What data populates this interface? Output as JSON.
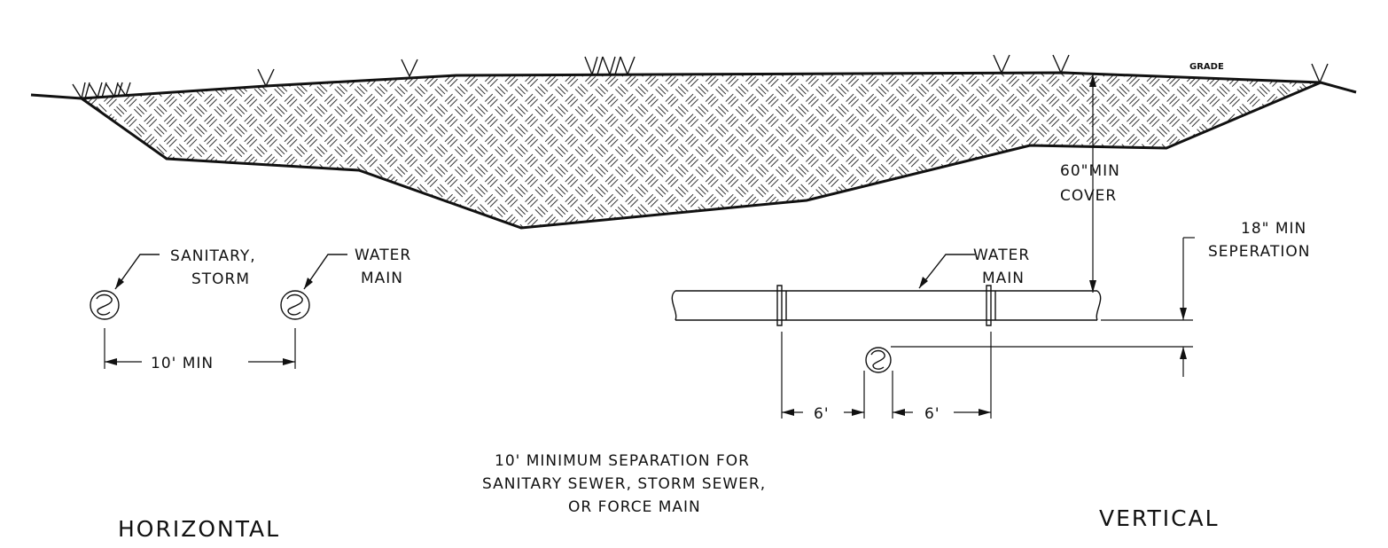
{
  "labels": {
    "grade": "GRADE",
    "cover_line1": "60\"MIN",
    "cover_line2": "COVER",
    "sep_line1": "18\" MIN",
    "sep_line2": "SEPERATION",
    "water_main_line1": "WATER",
    "water_main_line2": "MAIN",
    "horiz_sanitary_line1": "SANITARY,",
    "horiz_sanitary_line2": "STORM",
    "horiz_water_line1": "WATER",
    "horiz_water_line2": "MAIN",
    "dim_10ft": "10' MIN",
    "dim_6ft_left": "6'",
    "dim_6ft_right": "6'",
    "note_line1": "10' MINIMUM SEPARATION FOR",
    "note_line2": "SANITARY SEWER, STORM SEWER,",
    "note_line3": "OR FORCE MAIN",
    "horizontal_title": "HORIZONTAL",
    "vertical_title": "VERTICAL"
  }
}
